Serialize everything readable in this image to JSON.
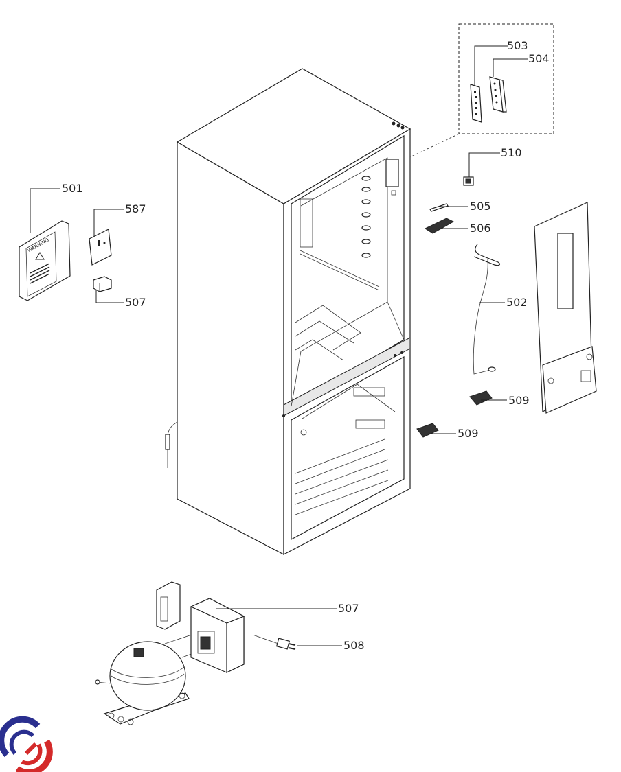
{
  "diagram": {
    "title": "Refrigerator exploded parts diagram",
    "callouts": [
      {
        "id": "c503",
        "label": "503",
        "part": "control-panel-overlay"
      },
      {
        "id": "c504",
        "label": "504",
        "part": "control-board"
      },
      {
        "id": "c510",
        "label": "510",
        "part": "switch"
      },
      {
        "id": "c505",
        "label": "505",
        "part": "small-strip"
      },
      {
        "id": "c506",
        "label": "506",
        "part": "grille"
      },
      {
        "id": "c502",
        "label": "502",
        "part": "heater-wire"
      },
      {
        "id": "c509a",
        "label": "509",
        "part": "vent-cover-upper"
      },
      {
        "id": "c509b",
        "label": "509",
        "part": "vent-cover-lower"
      },
      {
        "id": "c501",
        "label": "501",
        "part": "electrical-cover"
      },
      {
        "id": "c587",
        "label": "587",
        "part": "relay-board"
      },
      {
        "id": "c507a",
        "label": "507",
        "part": "relay-small"
      },
      {
        "id": "c507b",
        "label": "507",
        "part": "inverter-box"
      },
      {
        "id": "c508",
        "label": "508",
        "part": "power-cord"
      }
    ],
    "warning_label_text": "WARNING",
    "logo": {
      "colors": {
        "blue": "#2a2f8f",
        "red": "#d42a2a"
      }
    }
  }
}
